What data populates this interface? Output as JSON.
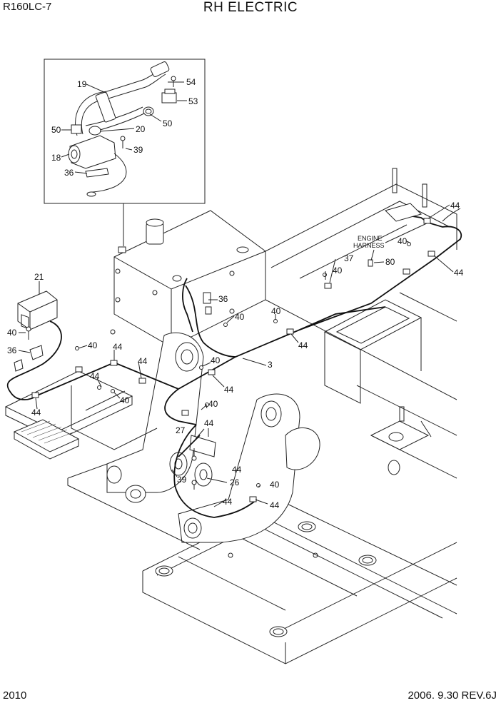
{
  "header": {
    "model": "R160LC-7",
    "title": "RH ELECTRIC"
  },
  "footer": {
    "page": "2010",
    "revision": "2006. 9.30  REV.6J"
  },
  "callouts": {
    "c19": "19",
    "c54": "54",
    "c53": "53",
    "c50a": "50",
    "c20": "20",
    "c50b": "50",
    "c18": "18",
    "c39a": "39",
    "c36a": "36",
    "c21": "21",
    "c40a": "40",
    "c36b": "36",
    "c40b": "40",
    "c44a": "44",
    "c44b": "44",
    "c44c": "44",
    "c44d": "44",
    "c40c": "40",
    "c36c": "36",
    "c40d": "40",
    "c40e": "40",
    "c44e": "44",
    "c40f": "40",
    "c3": "3",
    "c44f": "44",
    "c40g": "40",
    "c44g": "44",
    "c40h": "40",
    "c44h": "44",
    "c80": "80",
    "c40i": "40",
    "c37": "37",
    "c27": "27",
    "c44i": "44",
    "c39b": "39",
    "c26": "26",
    "c44j": "44",
    "c44k": "44",
    "c40j": "40",
    "c44l": "44"
  },
  "labels": {
    "engine_line1": "ENGINE",
    "engine_line2": "HARNESS"
  }
}
